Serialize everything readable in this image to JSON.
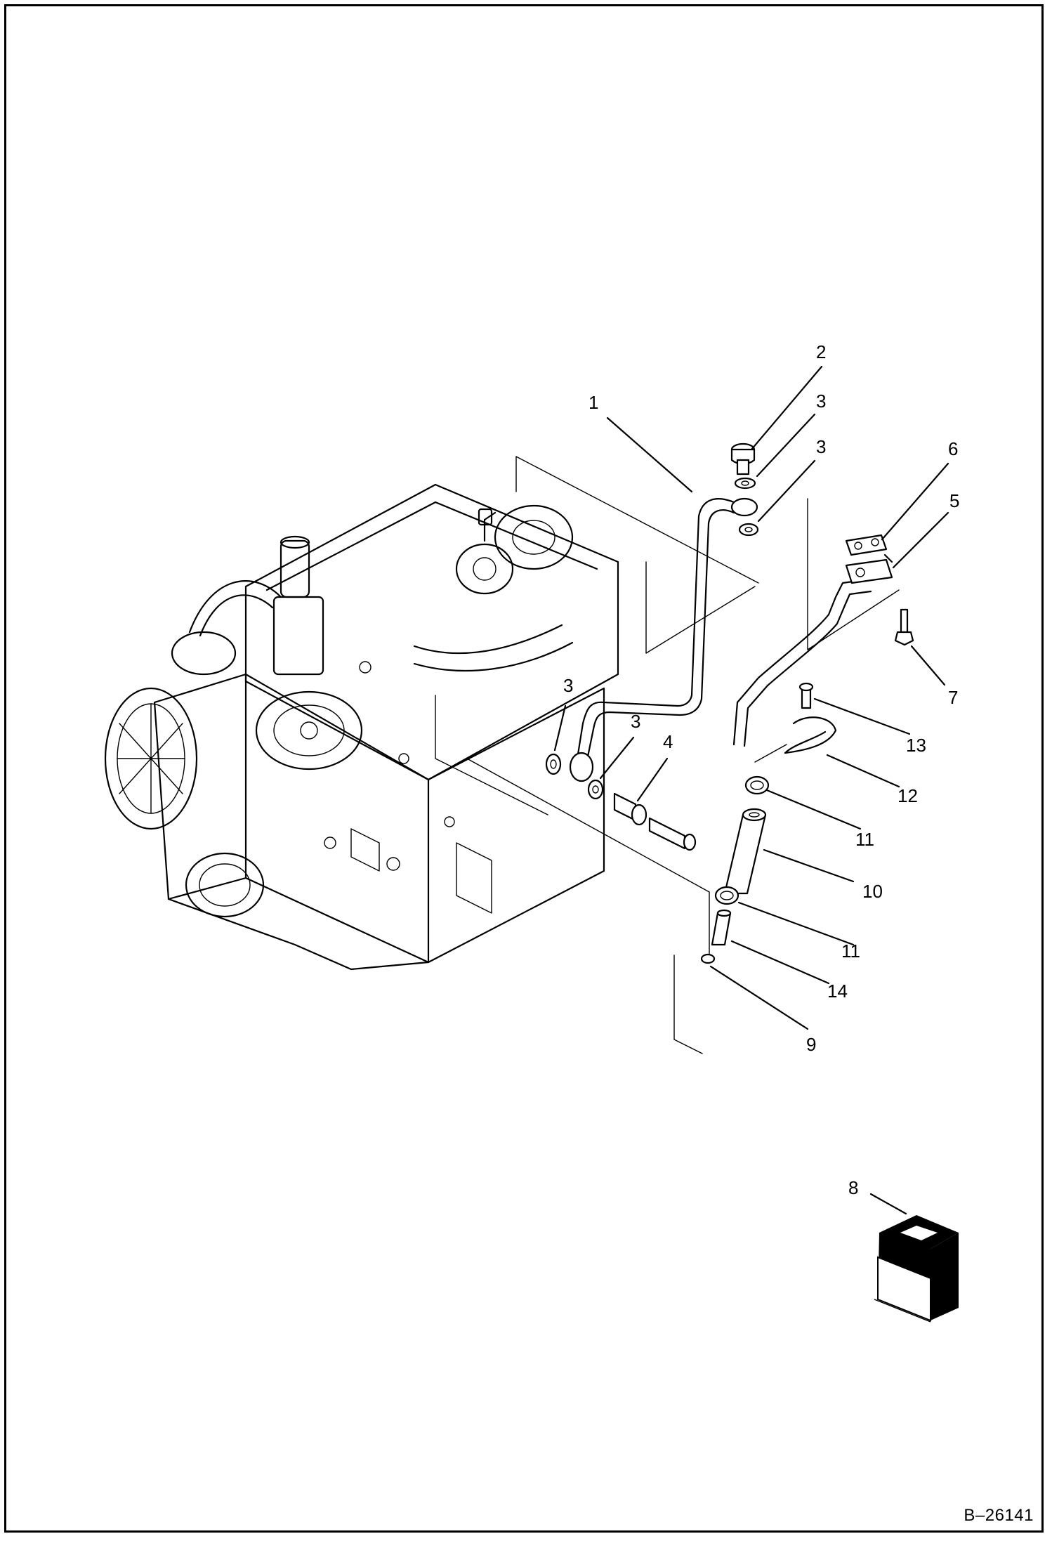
{
  "figure_code": "B–26141",
  "callouts": [
    {
      "label": "1"
    },
    {
      "label": "2"
    },
    {
      "label": "3"
    },
    {
      "label": "3"
    },
    {
      "label": "3"
    },
    {
      "label": "3"
    },
    {
      "label": "4"
    },
    {
      "label": "5"
    },
    {
      "label": "6"
    },
    {
      "label": "7"
    },
    {
      "label": "8"
    },
    {
      "label": "9"
    },
    {
      "label": "10"
    },
    {
      "label": "11"
    },
    {
      "label": "11"
    },
    {
      "label": "12"
    },
    {
      "label": "13"
    },
    {
      "label": "14"
    }
  ]
}
